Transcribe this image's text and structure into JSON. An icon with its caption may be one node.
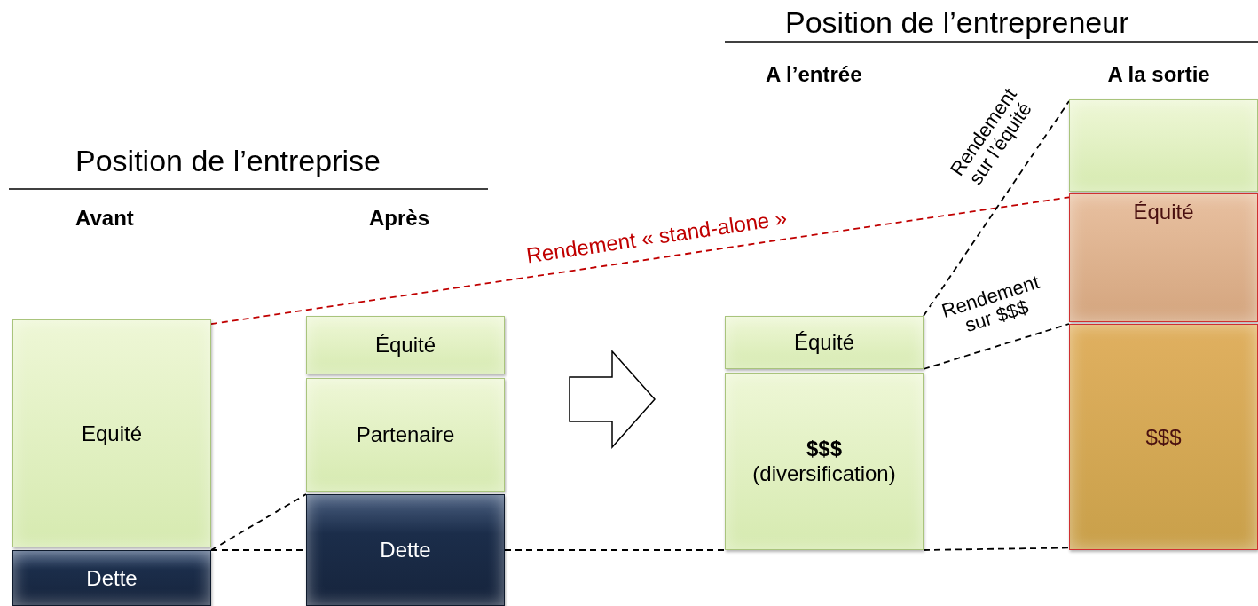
{
  "diagram": {
    "nodes": [
      {
        "text": [
          "Equité"
        ]
      },
      {
        "text": [
          "Dette"
        ]
      },
      {
        "text": [
          "Équité"
        ]
      },
      {
        "text": [
          "Partenaire"
        ]
      },
      {
        "text": [
          "Dette"
        ]
      },
      {
        "text": [
          "Équité"
        ]
      },
      {
        "text": [
          "$$$",
          "(diversification)"
        ]
      },
      {
        "text": [],
        "shape": "box"
      },
      {
        "text": [
          "Équité"
        ]
      },
      {
        "text": [
          "$$$"
        ]
      }
    ],
    "edges": [
      {
        "from": 0,
        "to": 8,
        "arrow": "none",
        "label": "Rendement « stand-alone »",
        "color": "#c00000"
      },
      {
        "from": 1,
        "to": 4,
        "arrow": "none"
      },
      {
        "from": 1,
        "to": 4,
        "arrow": "none"
      },
      {
        "from": 4,
        "to": 6,
        "arrow": "none"
      },
      {
        "from": 6,
        "to": 9,
        "arrow": "none"
      },
      {
        "from": 5,
        "to": 7,
        "arrow": "none",
        "label": "Rendement sur l’équité"
      },
      {
        "from": 5,
        "to": 9,
        "arrow": "none",
        "label": "Rendement sur $$$"
      }
    ],
    "labels": [
      "Position de l’entrepreneur",
      "A l’entrée",
      "A la sortie",
      "Position de l’entreprise",
      "Avant",
      "Après"
    ]
  }
}
